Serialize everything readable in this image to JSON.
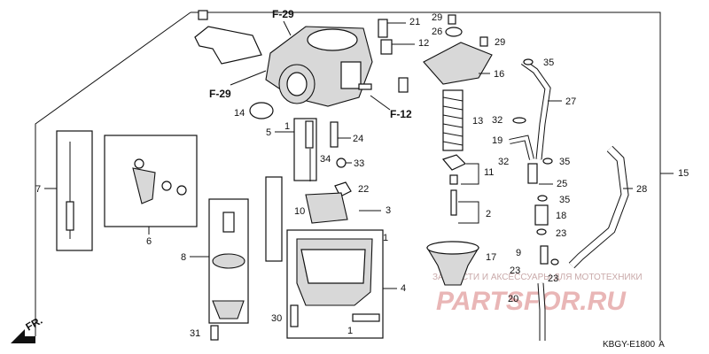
{
  "diagram": {
    "code": "KBGY-E1800",
    "code_suffix": "A",
    "direction_label": "FR.",
    "refs": {
      "f29_top": "F-29",
      "f29_left": "F-29",
      "f12": "F-12"
    },
    "watermark": {
      "subtitle": "ЗАПЧАСТИ И АКСЕССУАРЫ ДЛЯ МОТОТЕХНИКИ",
      "brand_main": "PARTSFOR",
      "brand_tld": ".RU"
    },
    "callouts": {
      "n1a": "1",
      "n1b": "1",
      "n1c": "1",
      "n2": "2",
      "n3": "3",
      "n4": "4",
      "n5": "5",
      "n6": "6",
      "n7": "7",
      "n8": "8",
      "n9": "9",
      "n10": "10",
      "n11": "11",
      "n12": "12",
      "n13": "13",
      "n14": "14",
      "n15": "15",
      "n16": "16",
      "n17": "17",
      "n18": "18",
      "n19": "19",
      "n20": "20",
      "n21": "21",
      "n22": "22",
      "n23a": "23",
      "n23b": "23",
      "n23c": "23",
      "n24": "24",
      "n25": "25",
      "n26": "26",
      "n27": "27",
      "n28": "28",
      "n29a": "29",
      "n29b": "29",
      "n30": "30",
      "n31": "31",
      "n32a": "32",
      "n32b": "32",
      "n33": "33",
      "n34": "34",
      "n35a": "35",
      "n35b": "35",
      "n35c": "35"
    }
  }
}
